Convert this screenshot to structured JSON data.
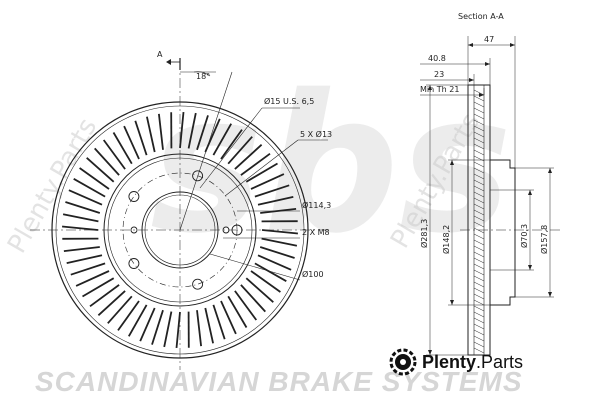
{
  "section_title": "Section A-A",
  "section_marker": "A",
  "front_view": {
    "angle": "18°",
    "hole_label": "Ø15 U.S. 6,5",
    "bolt_label": "5 X Ø13",
    "pcd_label": "Ø114,3",
    "thread_label": "2 X M8",
    "center_label": "Ø100"
  },
  "section_view": {
    "dim_47": "47",
    "dim_40_8": "40.8",
    "dim_23": "23",
    "min_thickness": "Min Th 21",
    "outer_dia": "Ø281,3",
    "hat_dia": "Ø148,2",
    "bore_dia": "Ø70,3",
    "hub_dia": "Ø157,8"
  },
  "watermark": {
    "footer": "SCANDINAVIAN BRAKE SYSTEMS",
    "brand_letters": "sbs",
    "site_left": "Plenty.Parts",
    "site_right": "Plenty.Parts"
  },
  "brand": {
    "name": "Plenty",
    "dot": ".",
    "tld": "Parts"
  },
  "colors": {
    "line": "#222222",
    "watermark": "#d0d0d0"
  }
}
